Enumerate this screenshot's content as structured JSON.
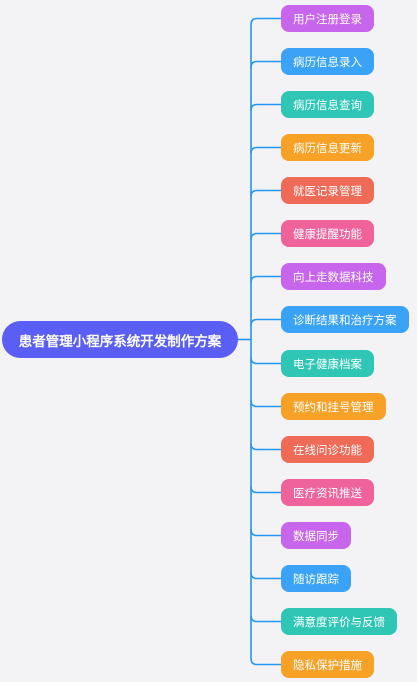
{
  "root": {
    "label": "患者管理小程序系统开发制作方案",
    "color": "#5b5ef5"
  },
  "connector_color": "#2196f3",
  "branches": [
    {
      "label": "用户注册登录",
      "color": "#c765ec"
    },
    {
      "label": "病历信息录入",
      "color": "#3aa3f8"
    },
    {
      "label": "病历信息查询",
      "color": "#2fc6b6"
    },
    {
      "label": "病历信息更新",
      "color": "#f7a127"
    },
    {
      "label": "就医记录管理",
      "color": "#f06a58"
    },
    {
      "label": "健康提醒功能",
      "color": "#f0629a"
    },
    {
      "label": "向上走数据科技",
      "color": "#c765ec"
    },
    {
      "label": "诊断结果和治疗方案",
      "color": "#3aa3f8"
    },
    {
      "label": "电子健康档案",
      "color": "#2fc6b6"
    },
    {
      "label": "预约和挂号管理",
      "color": "#f7a127"
    },
    {
      "label": "在线问诊功能",
      "color": "#f06a58"
    },
    {
      "label": "医疗资讯推送",
      "color": "#f0629a"
    },
    {
      "label": "数据同步",
      "color": "#c765ec"
    },
    {
      "label": "随访跟踪",
      "color": "#3aa3f8"
    },
    {
      "label": "满意度评价与反馈",
      "color": "#2fc6b6"
    },
    {
      "label": "隐私保护措施",
      "color": "#f7a127"
    }
  ]
}
